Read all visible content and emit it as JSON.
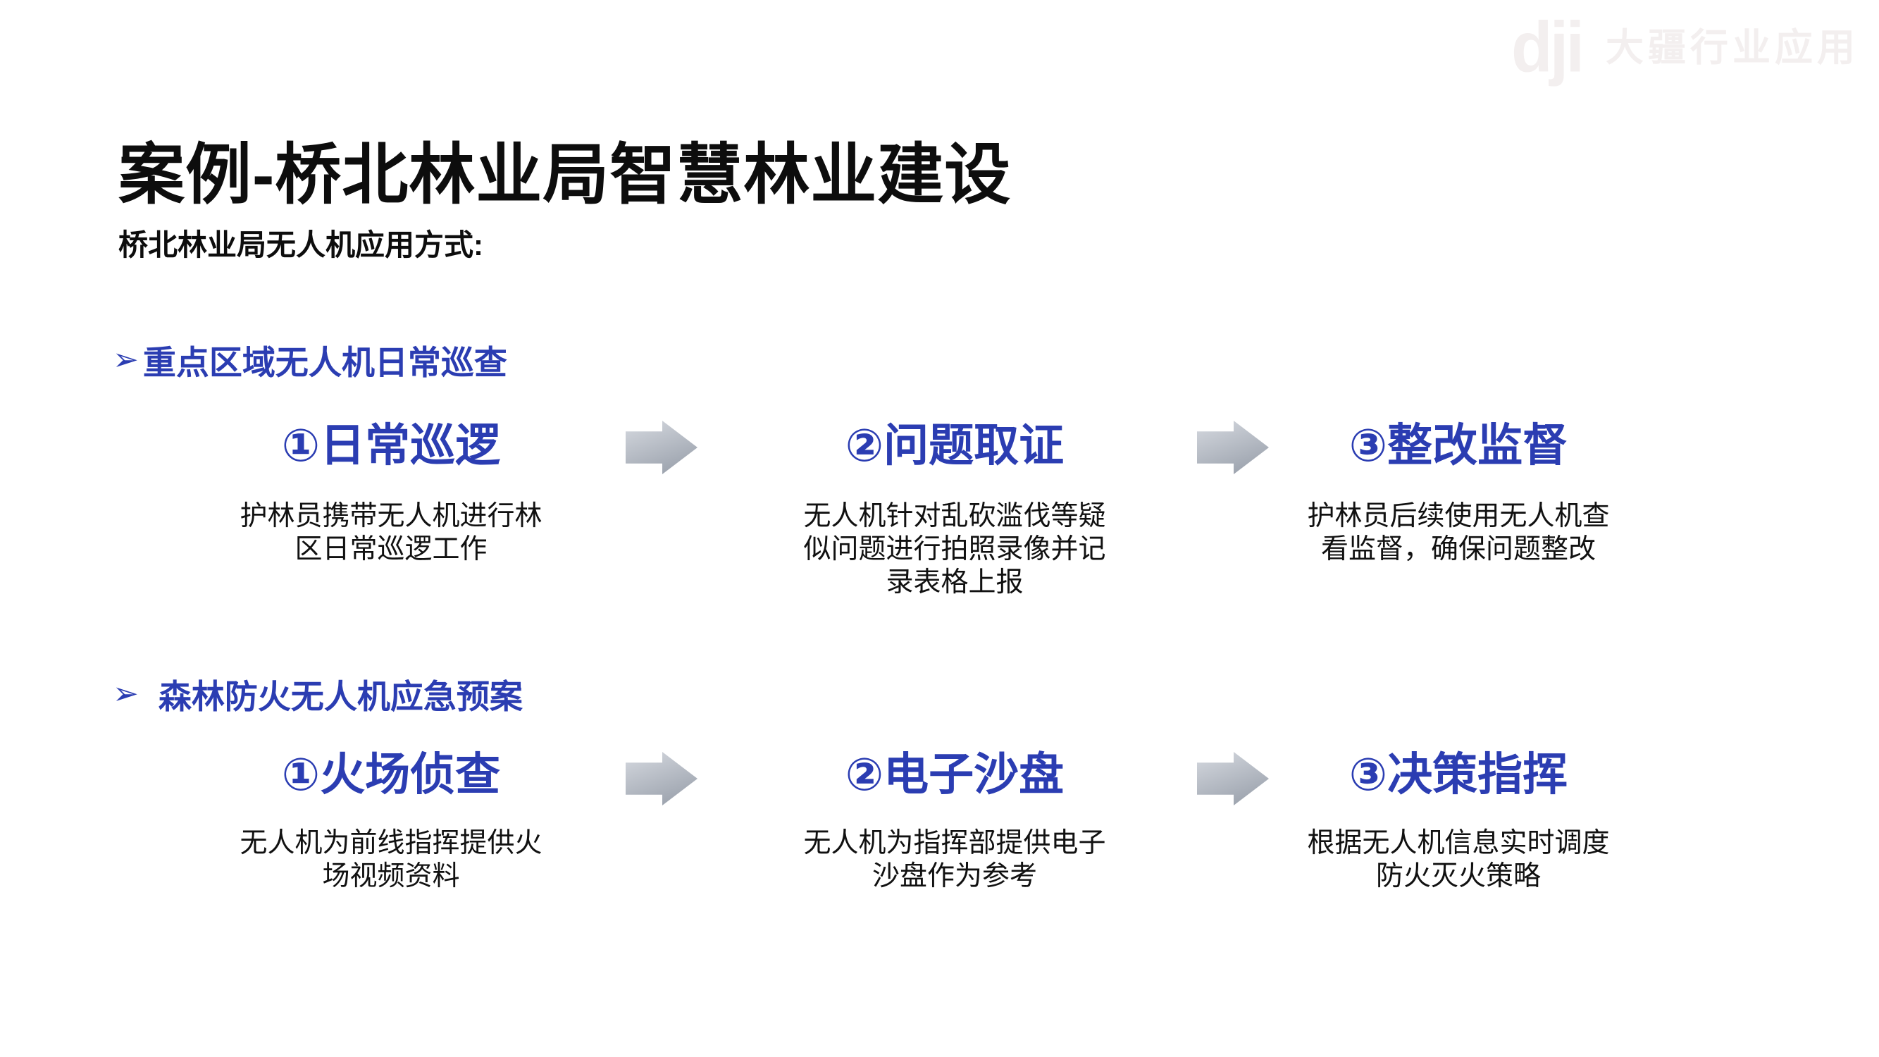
{
  "page": {
    "title": "案例-桥北林业局智慧林业建设",
    "subtitle": "桥北林业局无人机应用方式:"
  },
  "watermark": {
    "logo_text": "dji",
    "label": "大疆行业应用"
  },
  "colors": {
    "accent_blue": "#2B3DB2",
    "text_black": "#111111",
    "arrow_gray_light": "#CED2D9",
    "arrow_gray_dark": "#99A0AB",
    "watermark_gray": "#F3EFEF"
  },
  "sections": [
    {
      "bullet": "➢",
      "heading": "重点区域无人机日常巡查",
      "steps": [
        {
          "title": "①日常巡逻",
          "description": [
            "护林员携带无人机进行林",
            "区日常巡逻工作"
          ]
        },
        {
          "title": "②问题取证",
          "description": [
            "无人机针对乱砍滥伐等疑",
            "似问题进行拍照录像并记",
            "录表格上报"
          ]
        },
        {
          "title": "③整改监督",
          "description": [
            "护林员后续使用无人机查",
            "看监督，确保问题整改"
          ]
        }
      ]
    },
    {
      "bullet": "➢",
      "heading": "森林防火无人机应急预案",
      "steps": [
        {
          "title": "①火场侦查",
          "description": [
            "无人机为前线指挥提供火",
            "场视频资料"
          ]
        },
        {
          "title": "②电子沙盘",
          "description": [
            "无人机为指挥部提供电子",
            "沙盘作为参考"
          ]
        },
        {
          "title": "③决策指挥",
          "description": [
            "根据无人机信息实时调度",
            "防火灭火策略"
          ]
        }
      ]
    }
  ]
}
